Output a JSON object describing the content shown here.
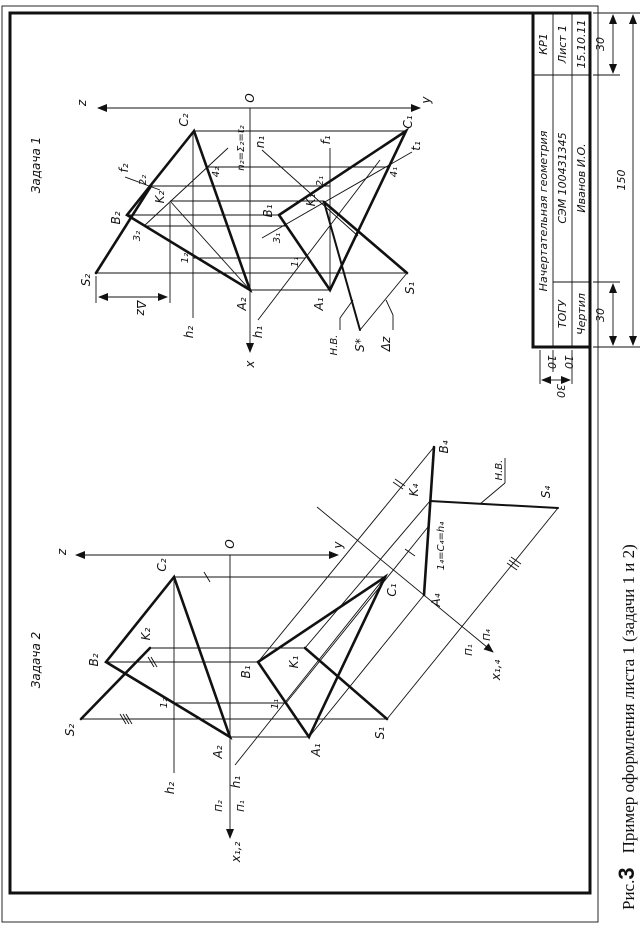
{
  "task1": {
    "title": "Задача 1",
    "axes": {
      "z": "z",
      "y": "y",
      "o": "O",
      "x": "x"
    },
    "points": {
      "C2": "C₂",
      "B2": "B₂",
      "S2": "S₂",
      "A2": "A₂",
      "K2": "K₂",
      "p2_2": "2₂",
      "p3_2": "3₂",
      "p1_2": "1₂",
      "p4_2": "4₂",
      "C1": "C₁",
      "B1": "B₁",
      "A1": "A₁",
      "S1": "S₁",
      "K1": "K₁",
      "p2_1": "2₁",
      "p3_1": "3₁",
      "p1_1": "1₁",
      "p4_1": "4₁",
      "Sstar": "S*"
    },
    "lines": {
      "h2": "h₂",
      "h1": "h₁",
      "f2": "f₂",
      "f1": "f₁",
      "n1": "n₁",
      "t1": "t₁",
      "n2": "n₂=Σ₂=t₂"
    },
    "annotations": {
      "true_size": "Н.В.",
      "delta_z_left": "Δz",
      "delta_z_right": "Δz"
    }
  },
  "task2": {
    "title": "Задача 2",
    "axes": {
      "z": "z",
      "y": "y",
      "o": "O",
      "x12": "x₁,₂",
      "pi2": "П₂",
      "pi1": "П₁",
      "x14": "x₁,₄",
      "pi1b": "П₁",
      "pi4": "П₄"
    },
    "points": {
      "C2": "C₂",
      "B2": "B₂",
      "S2": "S₂",
      "A2": "A₂",
      "K2": "K₂",
      "p1_2": "1₂",
      "C1": "C₁",
      "B1": "B₁",
      "S1": "S₁",
      "A1": "A₁",
      "K1": "K₁",
      "p1_1": "1₁",
      "B4": "B₄",
      "K4": "K₄",
      "A4": "A₄",
      "S4": "S₄",
      "p1_4": "1₄=C₄=h₄"
    },
    "lines": {
      "h2": "h₂",
      "h1": "h₁"
    },
    "annotations": {
      "true_size": "Н.В."
    }
  },
  "title_block": {
    "subject": "Начертательная геометрия",
    "code": "КР1",
    "sheet": "Лист 1",
    "doc_number": "СЭМ 100431345",
    "org": "ТОГУ",
    "date": "15.10.11",
    "author": "Иванов И.О.",
    "role": "Чертил"
  },
  "dimensions": {
    "top": "30",
    "total": "150",
    "bottom": "30",
    "row1": "10",
    "row2": "10",
    "height": "30"
  },
  "caption": {
    "prefix": "Рис.",
    "number": "3",
    "text": "Пример оформления листа 1 (задачи 1 и 2)"
  }
}
